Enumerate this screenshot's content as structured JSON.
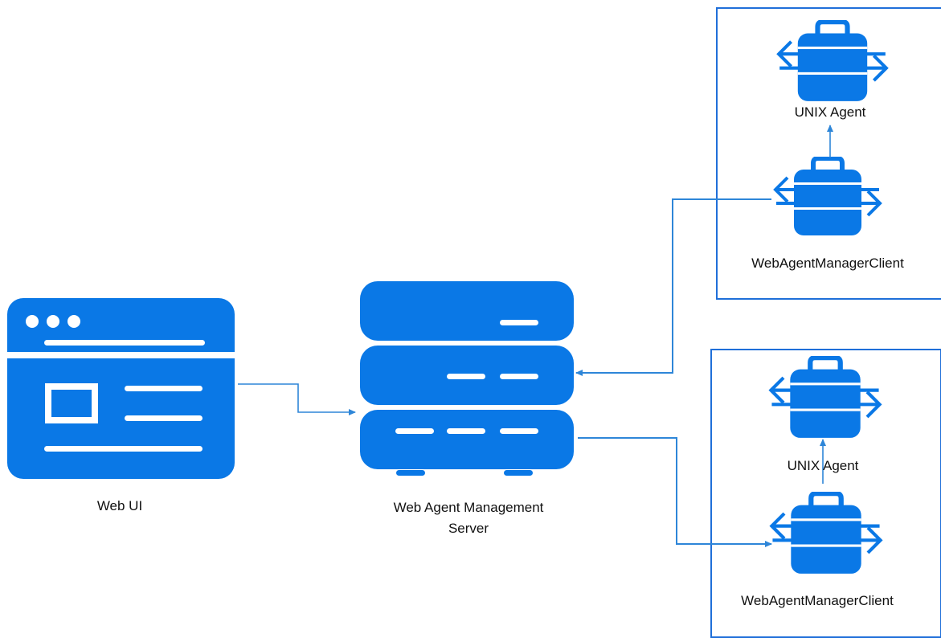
{
  "colors": {
    "icon": "#0a78e6",
    "connector": "#2e86d8",
    "box": "#1f6fd9",
    "label": "#111111"
  },
  "nodes": {
    "web_ui": {
      "label": "Web UI",
      "icon": "browser-window-icon"
    },
    "server": {
      "label_line1": "Web Agent Management",
      "label_line2": "Server",
      "icon": "server-stack-icon"
    },
    "group_top": {
      "unix_agent": {
        "label": "UNIX Agent",
        "icon": "briefcase-transfer-icon"
      },
      "client": {
        "label": "WebAgentManagerClient",
        "icon": "briefcase-transfer-icon"
      }
    },
    "group_bottom": {
      "unix_agent": {
        "label": "UNIX Agent",
        "icon": "briefcase-transfer-icon"
      },
      "client": {
        "label": "WebAgentManagerClient",
        "icon": "briefcase-transfer-icon"
      }
    }
  },
  "edges": [
    {
      "from": "Web UI",
      "to": "Web Agent Management Server"
    },
    {
      "from": "WebAgentManagerClient (top)",
      "to": "Web Agent Management Server"
    },
    {
      "from": "Web Agent Management Server",
      "to": "WebAgentManagerClient (bottom)"
    },
    {
      "from": "WebAgentManagerClient (top)",
      "to": "UNIX Agent (top)"
    },
    {
      "from": "WebAgentManagerClient (bottom)",
      "to": "UNIX Agent (bottom)"
    }
  ]
}
